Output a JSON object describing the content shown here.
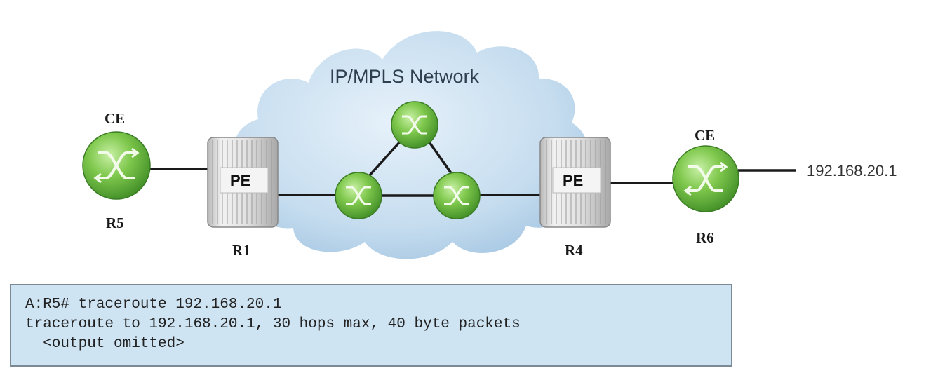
{
  "cloud": {
    "title": "IP/MPLS Network"
  },
  "nodes": {
    "r5": {
      "role": "CE",
      "name": "R5"
    },
    "r1": {
      "role": "PE",
      "name": "R1"
    },
    "r4": {
      "role": "PE",
      "name": "R4"
    },
    "r6": {
      "role": "CE",
      "name": "R6"
    }
  },
  "destination": {
    "ip": "192.168.20.1"
  },
  "terminal": {
    "lines": [
      "A:R5# traceroute 192.168.20.1",
      "traceroute to 192.168.20.1, 30 hops max, 40 byte packets",
      "  <output omitted>"
    ]
  },
  "colors": {
    "cloud": "#c8dff0",
    "router_green": "#5fae3a",
    "pe_chassis": "#dcdcdc",
    "link": "#1a1a1a",
    "terminal_bg": "#cfe4f3"
  },
  "icons": {
    "router": "router-arrows-icon",
    "pe": "pe-chassis-icon",
    "cloud": "cloud-icon"
  }
}
